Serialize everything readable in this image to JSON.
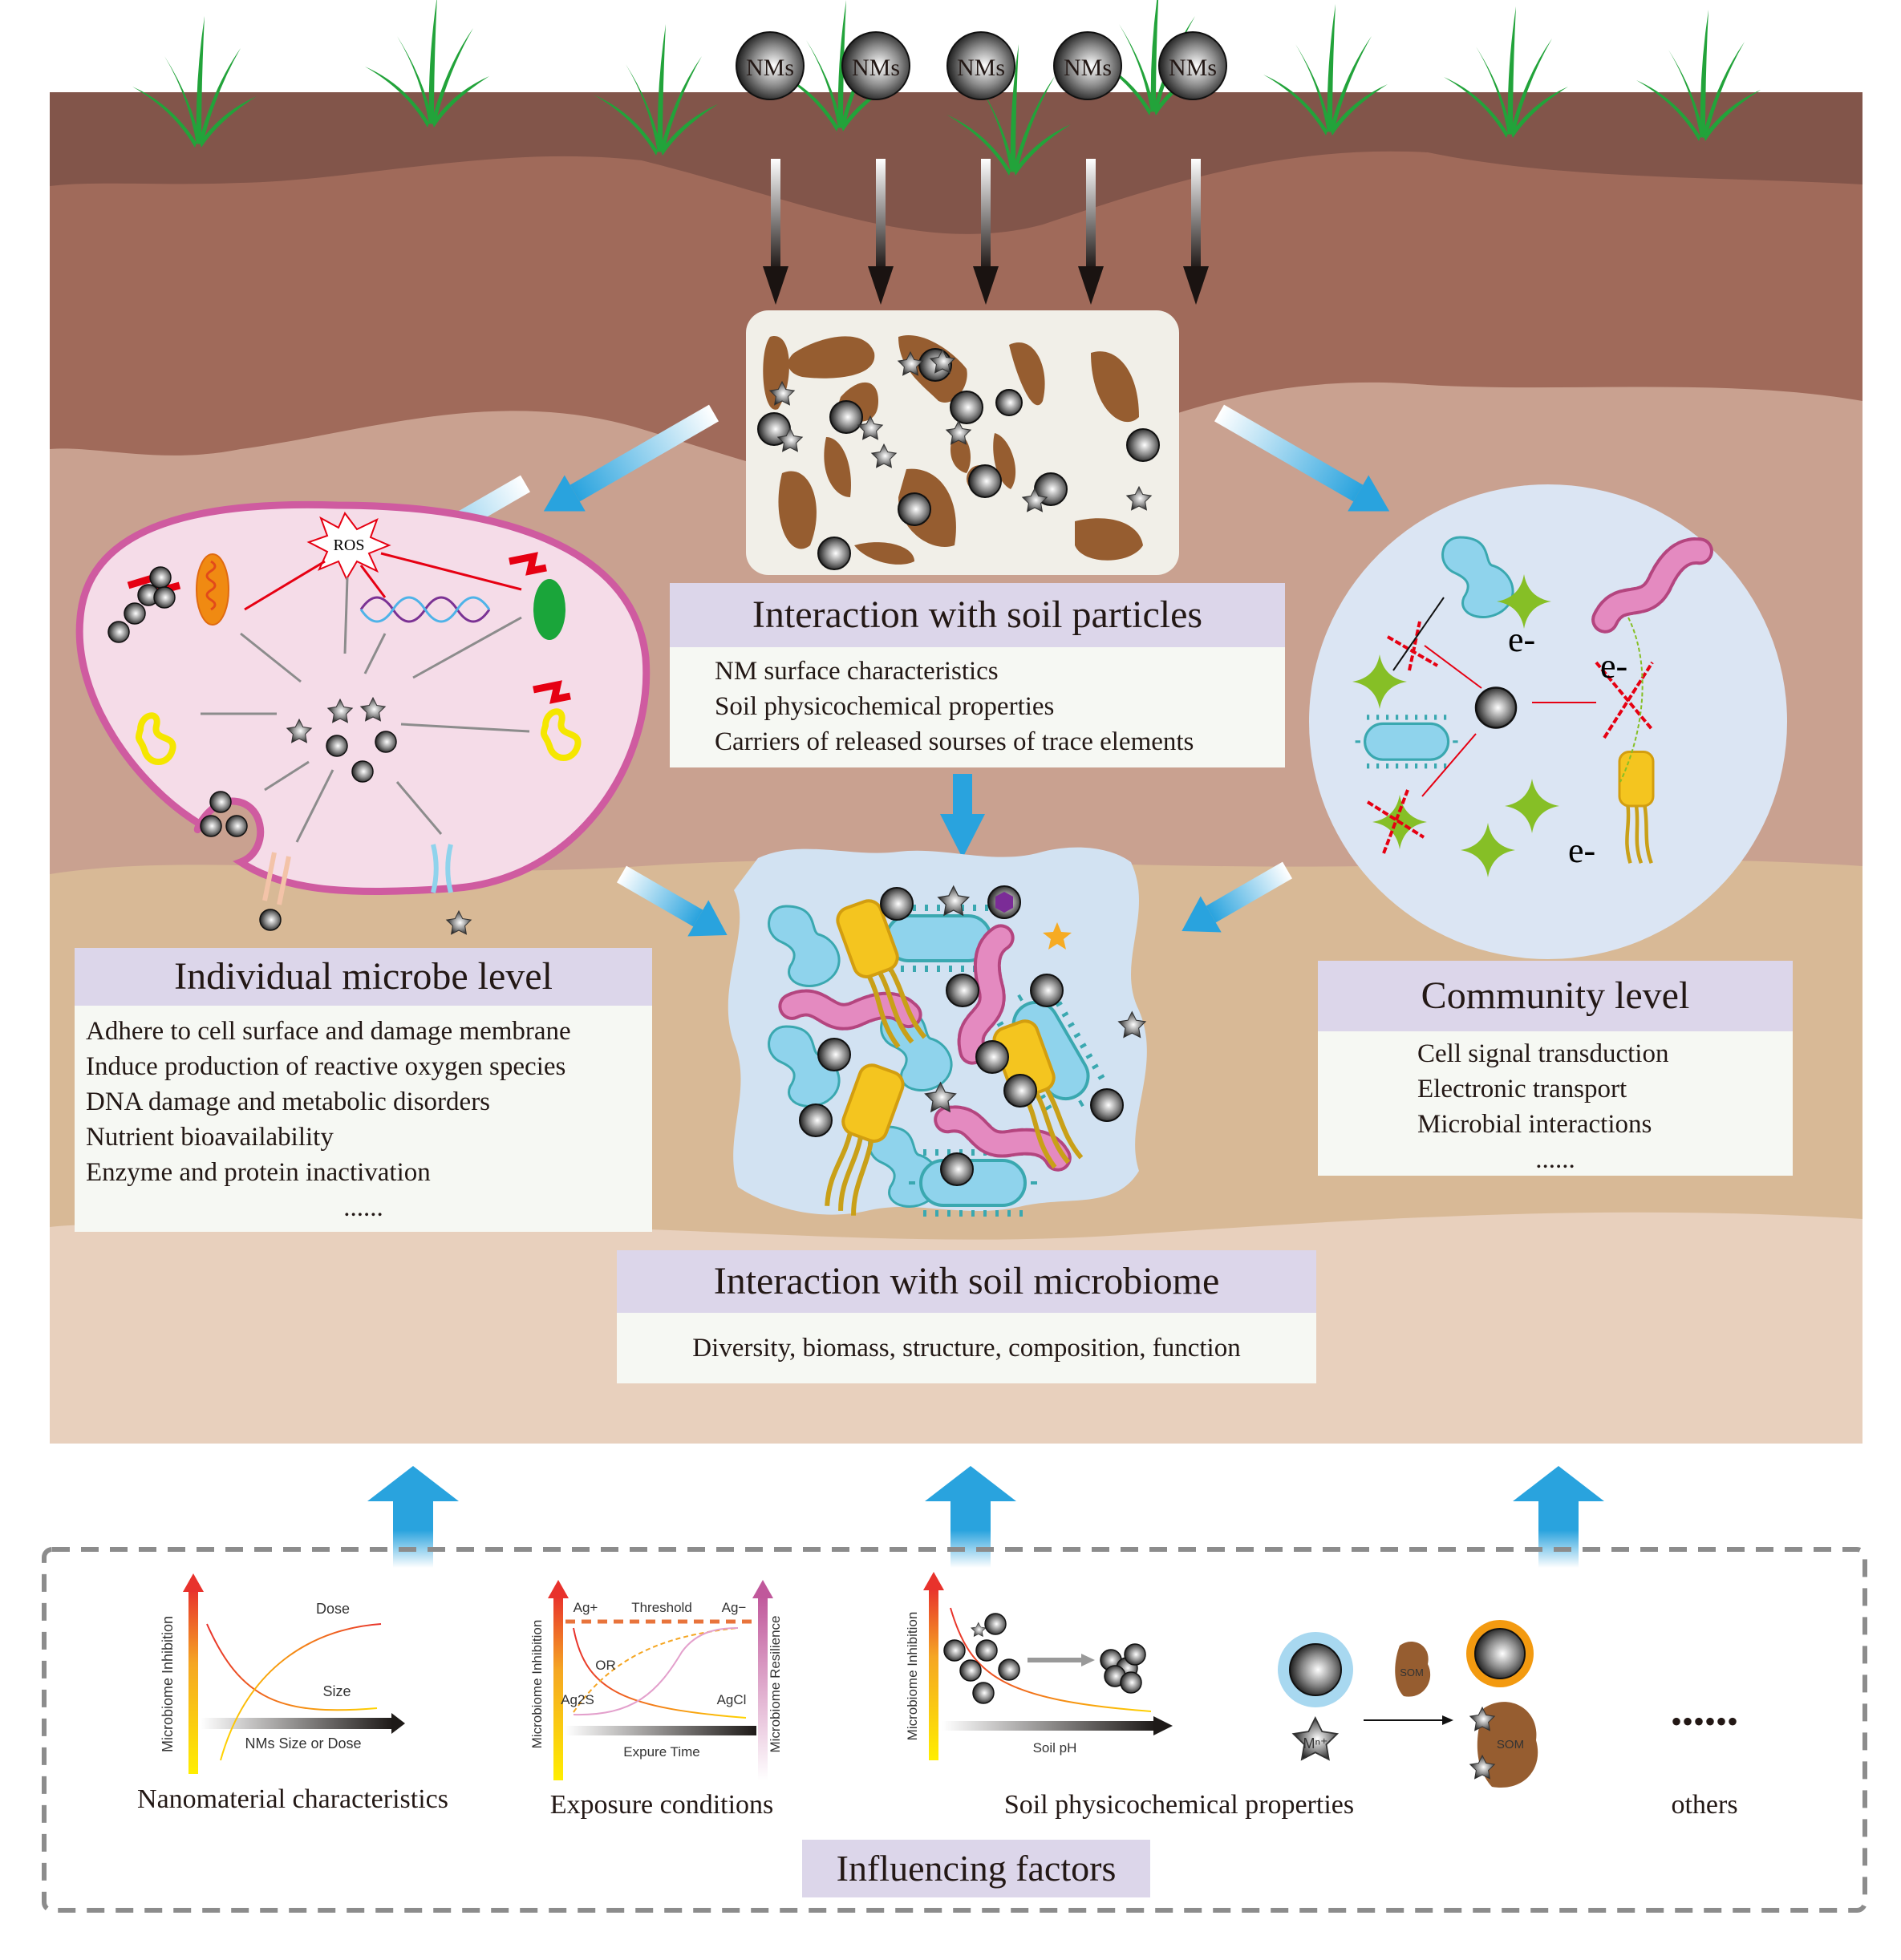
{
  "figure": {
    "surface_particles": [
      "NMs",
      "NMs",
      "NMs",
      "NMs",
      "NMs"
    ],
    "colors": {
      "soil_layer_1": "#82554a",
      "soil_layer_2": "#a06a5a",
      "soil_layer_3": "#c9a190",
      "soil_layer_4": "#d8b996",
      "soil_layer_5": "#e8d0bd",
      "grass": "#22a33a",
      "panel_header": "#dcd6ea",
      "panel_body": "#f6f8f3",
      "arrow_blue": "#29a3de",
      "cell_membrane": "#cf5ba0",
      "cell_fill": "#f5dce8",
      "community_fill": "#dbe5f3",
      "soil_particle": "#965d30"
    }
  },
  "soil_particles_panel": {
    "title": "Interaction with soil particles",
    "items": [
      "NM surface characteristics",
      "Soil physicochemical properties",
      "Carriers of released sourses of trace elements"
    ]
  },
  "individual_panel": {
    "title": "Individual microbe level",
    "cell_label": "ROS",
    "items": [
      "Adhere to cell surface and damage membrane",
      "Induce production of reactive oxygen species",
      "DNA damage and metabolic disorders",
      "Nutrient bioavailability",
      "Enzyme and protein inactivation"
    ],
    "ellipsis": "......"
  },
  "community_panel": {
    "title": "Community level",
    "electron_labels": [
      "e-",
      "e-",
      "e-"
    ],
    "items": [
      "Cell signal transduction",
      "Electronic transport",
      "Microbial interactions"
    ],
    "ellipsis": "......"
  },
  "microbiome_panel": {
    "title": "Interaction with soil microbiome",
    "items": [
      "Diversity, biomass, structure, composition, function"
    ]
  },
  "influencing_factors": {
    "title": "Influencing factors",
    "factors": [
      {
        "label": "Nanomaterial characteristics",
        "y_axis": "Microbiome Inhibition",
        "x_axis": "NMs Size or Dose",
        "curves": [
          "Dose",
          "Size"
        ]
      },
      {
        "label": "Exposure conditions",
        "y_axis": "Microbiome Inhibition",
        "y2_axis": "Microbiome Resilience",
        "x_axis": "Expure Time",
        "annotations": [
          "Ag+",
          "Threshold",
          "Ag−",
          "OR",
          "Ag2S",
          "AgCl"
        ]
      },
      {
        "label": "Soil physicochemical properties",
        "y_axis": "Microbiome Inhibition",
        "x_axis": "Soil pH",
        "annotations": [
          "SOM",
          "Mⁿ⁺",
          "SOM"
        ]
      },
      {
        "label": "others",
        "ellipsis": "••••••"
      }
    ]
  }
}
